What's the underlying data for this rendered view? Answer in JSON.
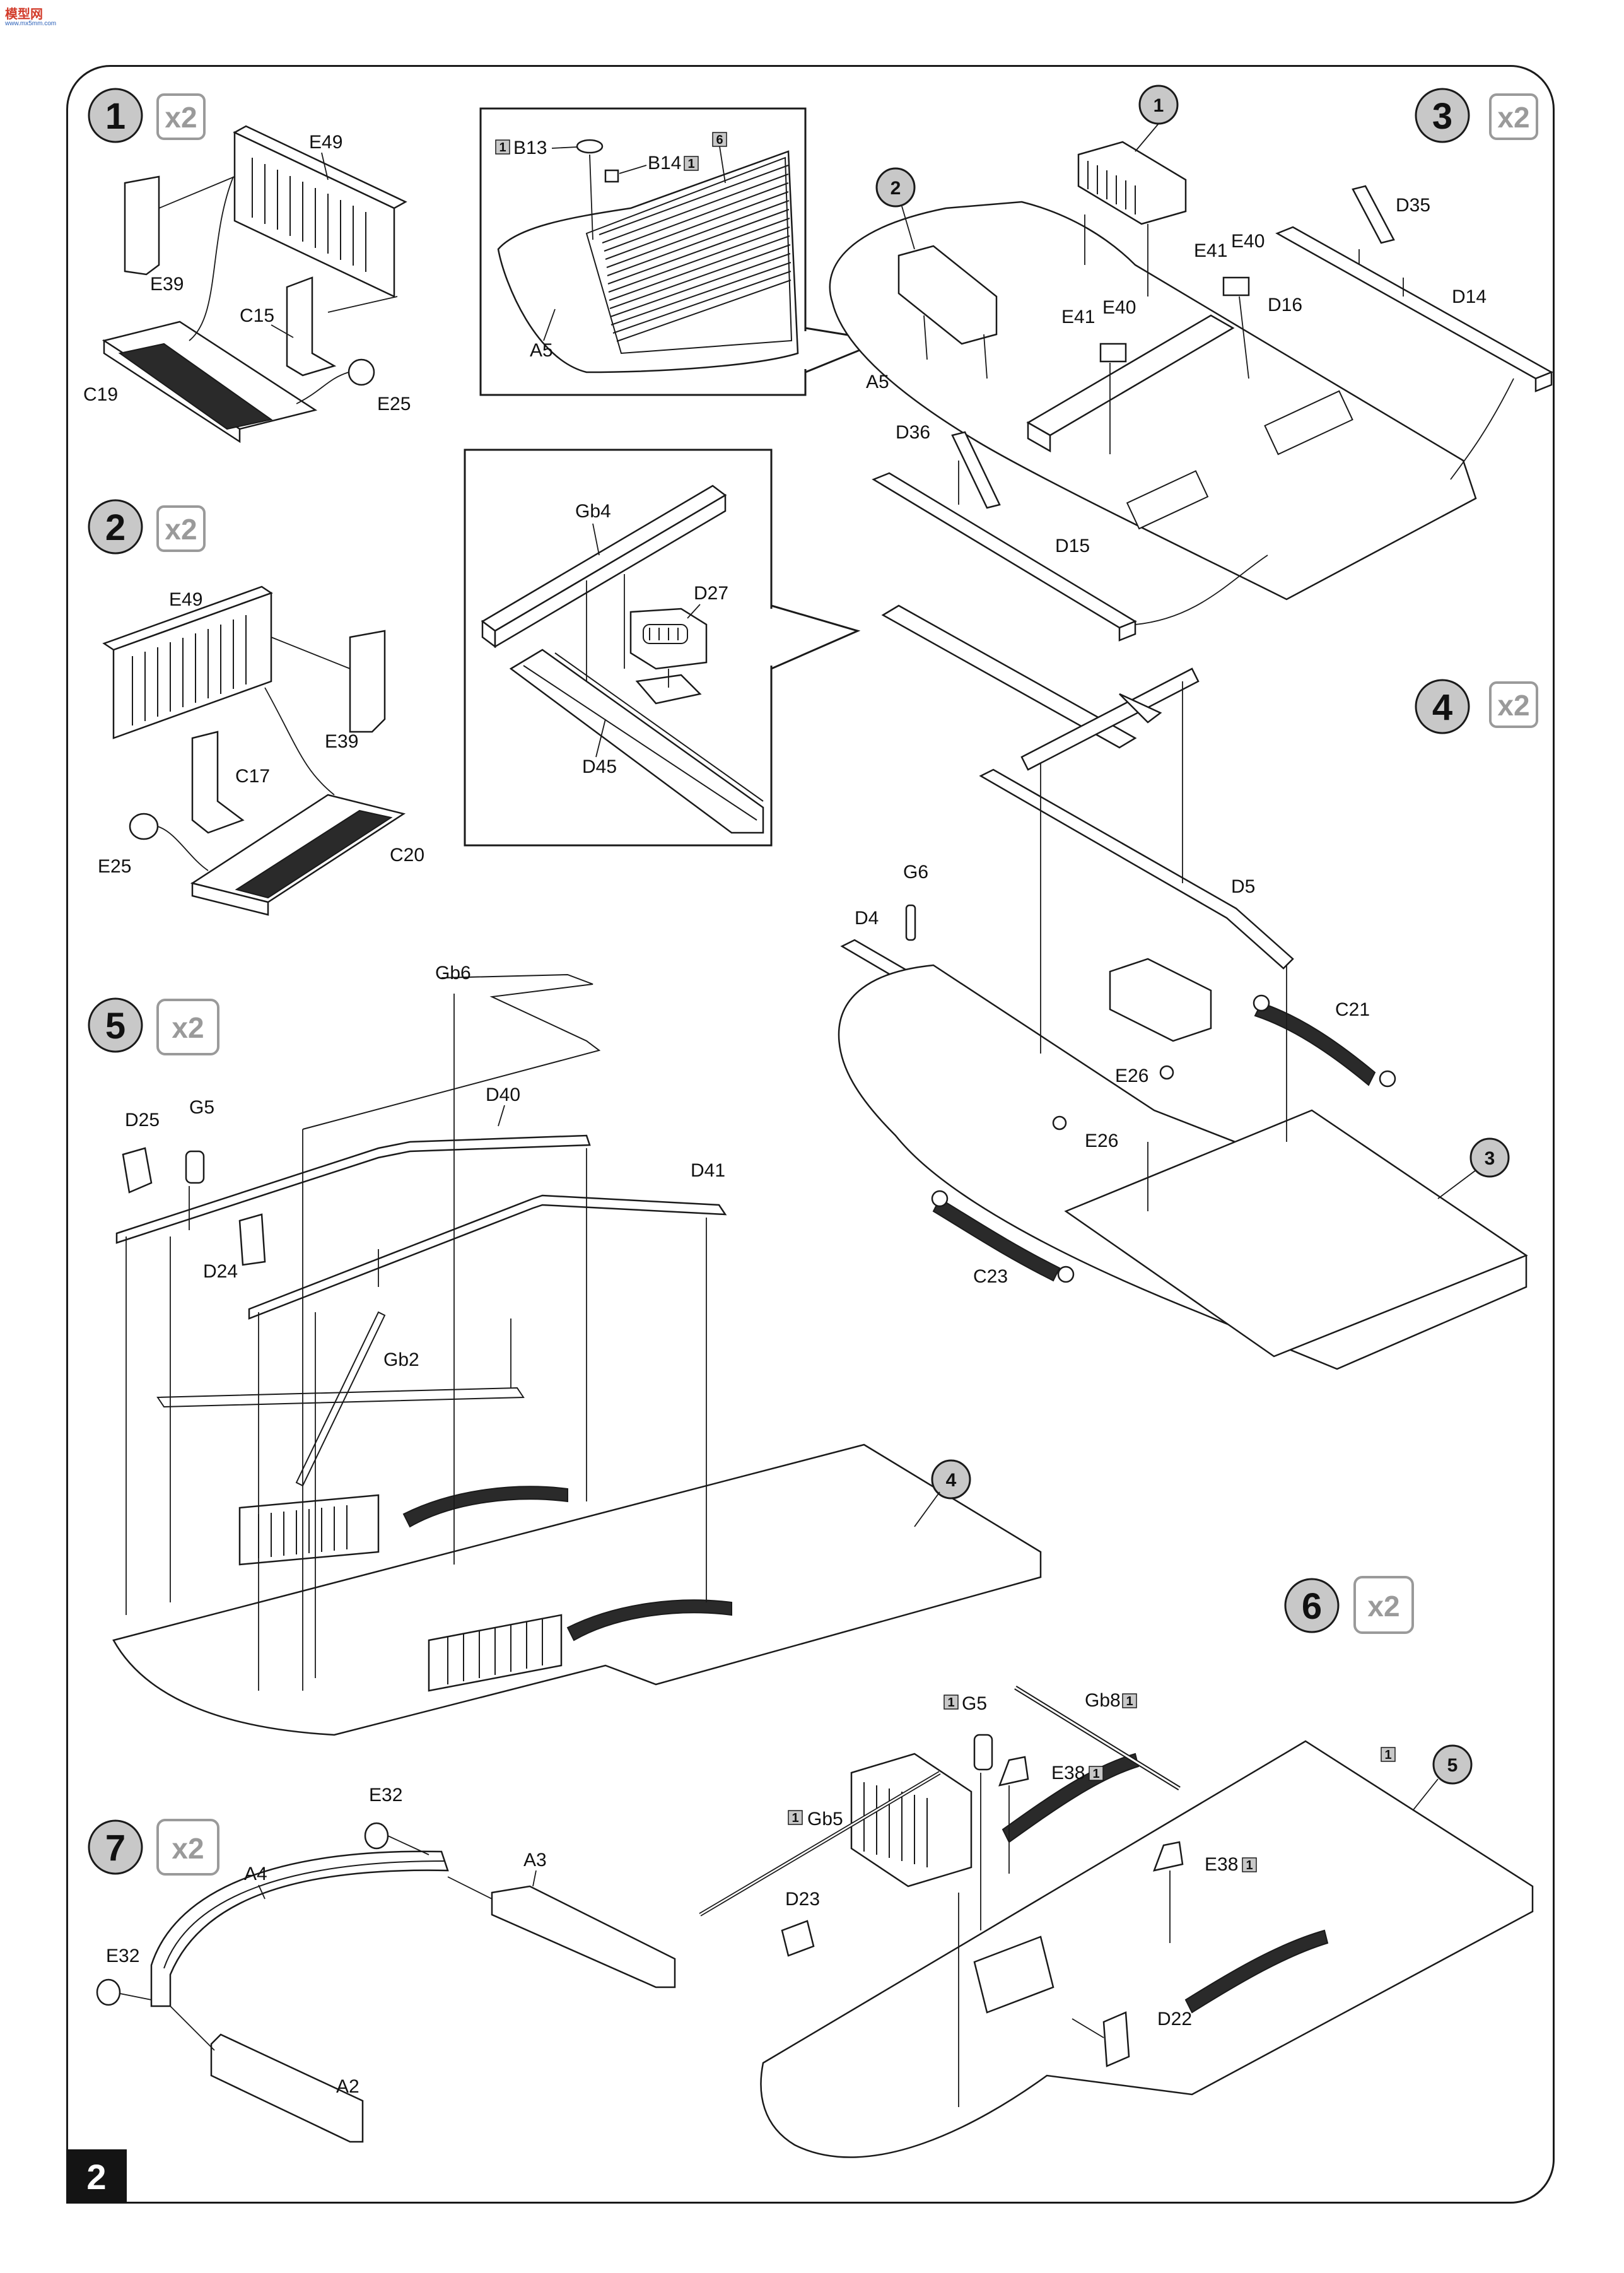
{
  "header": {
    "logo": "模型网",
    "logo_sub": "www.mx5mm.com"
  },
  "page_number": "2",
  "steps": [
    {
      "number": "1",
      "multiplier": "x2",
      "labels": {
        "e49": "E49",
        "e39": "E39",
        "c15": "C15",
        "c19": "C19",
        "e25": "E25"
      }
    },
    {
      "number": "2",
      "multiplier": "x2",
      "labels": {
        "e49": "E49",
        "e39": "E39",
        "c17": "C17",
        "e25": "E25",
        "c20": "C20"
      }
    },
    {
      "number": "3",
      "multiplier": "x2",
      "ref_markers": [
        "1",
        "2"
      ],
      "labels": {
        "a5": "A5",
        "d35": "D35",
        "d14": "D14",
        "e41a": "E41",
        "e40a": "E40",
        "e41b": "E41",
        "e40b": "E40",
        "d16": "D16",
        "d36": "D36",
        "d15": "D15"
      },
      "inset_top": {
        "b13": "B13",
        "b14": "B14",
        "a5": "A5",
        "tag_b13": "1",
        "tag_b14": "1",
        "tag_plate": "6"
      },
      "inset_mid": {
        "gb4": "Gb4",
        "d27": "D27",
        "d45": "D45"
      }
    },
    {
      "number": "4",
      "multiplier": "x2",
      "ref_markers": [
        "3"
      ],
      "labels": {
        "g6": "G6",
        "d4": "D4",
        "d5": "D5",
        "c21": "C21",
        "e26a": "E26",
        "e26b": "E26",
        "c23": "C23"
      }
    },
    {
      "number": "5",
      "multiplier": "x2",
      "ref_markers": [
        "4"
      ],
      "labels": {
        "gb6": "Gb6",
        "d40": "D40",
        "d25": "D25",
        "g5": "G5",
        "d41": "D41",
        "d24": "D24",
        "gb2": "Gb2"
      }
    },
    {
      "number": "6",
      "multiplier": "x2",
      "ref_markers": [
        "5"
      ],
      "labels": {
        "g5": "G5",
        "gb8": "Gb8",
        "e38a": "E38",
        "gb5": "Gb5",
        "d23": "D23",
        "e38b": "E38",
        "d22": "D22"
      },
      "tags": {
        "g5": "1",
        "gb8": "1",
        "e38a": "1",
        "gb5": "1",
        "e38b": "1",
        "floor": "1"
      }
    },
    {
      "number": "7",
      "multiplier": "x2",
      "labels": {
        "e32a": "E32",
        "a3": "A3",
        "a4": "A4",
        "e32b": "E32",
        "a2": "A2"
      }
    }
  ],
  "colors": {
    "ink": "#1a1a1a",
    "step_circle": "#c8c8c8",
    "multiplier_gray": "#9a9a9a",
    "logo_red": "#d23b2a",
    "logo_blue": "#2b60b8"
  }
}
